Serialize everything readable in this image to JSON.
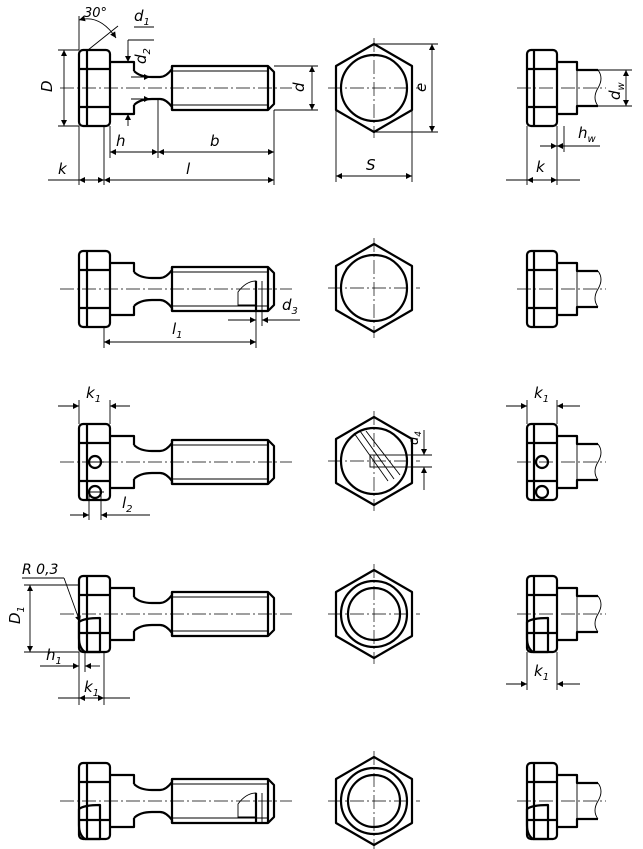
{
  "labels": {
    "angle": "30°",
    "d1": "d",
    "d1_sub": "1",
    "d2": "d",
    "d2_sub": "2",
    "D": "D",
    "d": "d",
    "e": "e",
    "h": "h",
    "b": "b",
    "k": "k",
    "l": "l",
    "S": "S",
    "dw": "d",
    "dw_sub": "w",
    "hw": "h",
    "hw_sub": "w",
    "k_side": "k",
    "l1": "l",
    "l1_sub": "1",
    "d3": "d",
    "d3_sub": "3",
    "k1": "k",
    "k1_sub": "1",
    "d4": "d",
    "d4_sub": "4",
    "l2": "l",
    "l2_sub": "2",
    "R": "R 0,3",
    "D1": "D",
    "D1_sub": "1",
    "h1": "h",
    "h1_sub": "1"
  }
}
